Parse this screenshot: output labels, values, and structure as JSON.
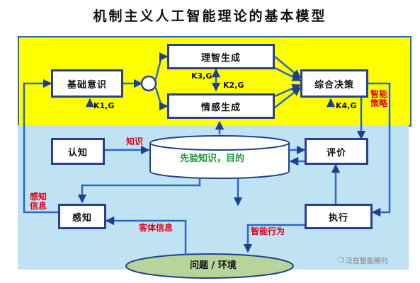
{
  "title": "机制主义人工智能理论的基本模型",
  "boxes": {
    "rational": "理智生成",
    "emotion": "情感生成",
    "basic": "基础意识",
    "decision": "综合决策",
    "cognition": "认知",
    "evaluation": "评价",
    "perception": "感知",
    "execution": "执行"
  },
  "knowledge": "先验知识，目的",
  "problem": "问题 / 环境",
  "labels": {
    "k3g": "K3,G",
    "k2g": "K2,G",
    "k1g": "K1,G",
    "k4g": "K4,G",
    "zhishi": "知识",
    "smart_strategy": [
      "智能",
      "策略"
    ],
    "perceived_info": [
      "感知",
      "信息"
    ],
    "object_info": "客体信息",
    "smart_behavior": "智能行为"
  },
  "watermark": "泛在智能期刊",
  "colors": {
    "yellow_panel": "#ffff00",
    "blue_panel": "#bfe3f2",
    "box_border": "#2c3e90",
    "line": "#2b66c4",
    "red_label": "#e0001b",
    "green_label": "#1c9a3a",
    "ellipse": "#b7d49a"
  }
}
